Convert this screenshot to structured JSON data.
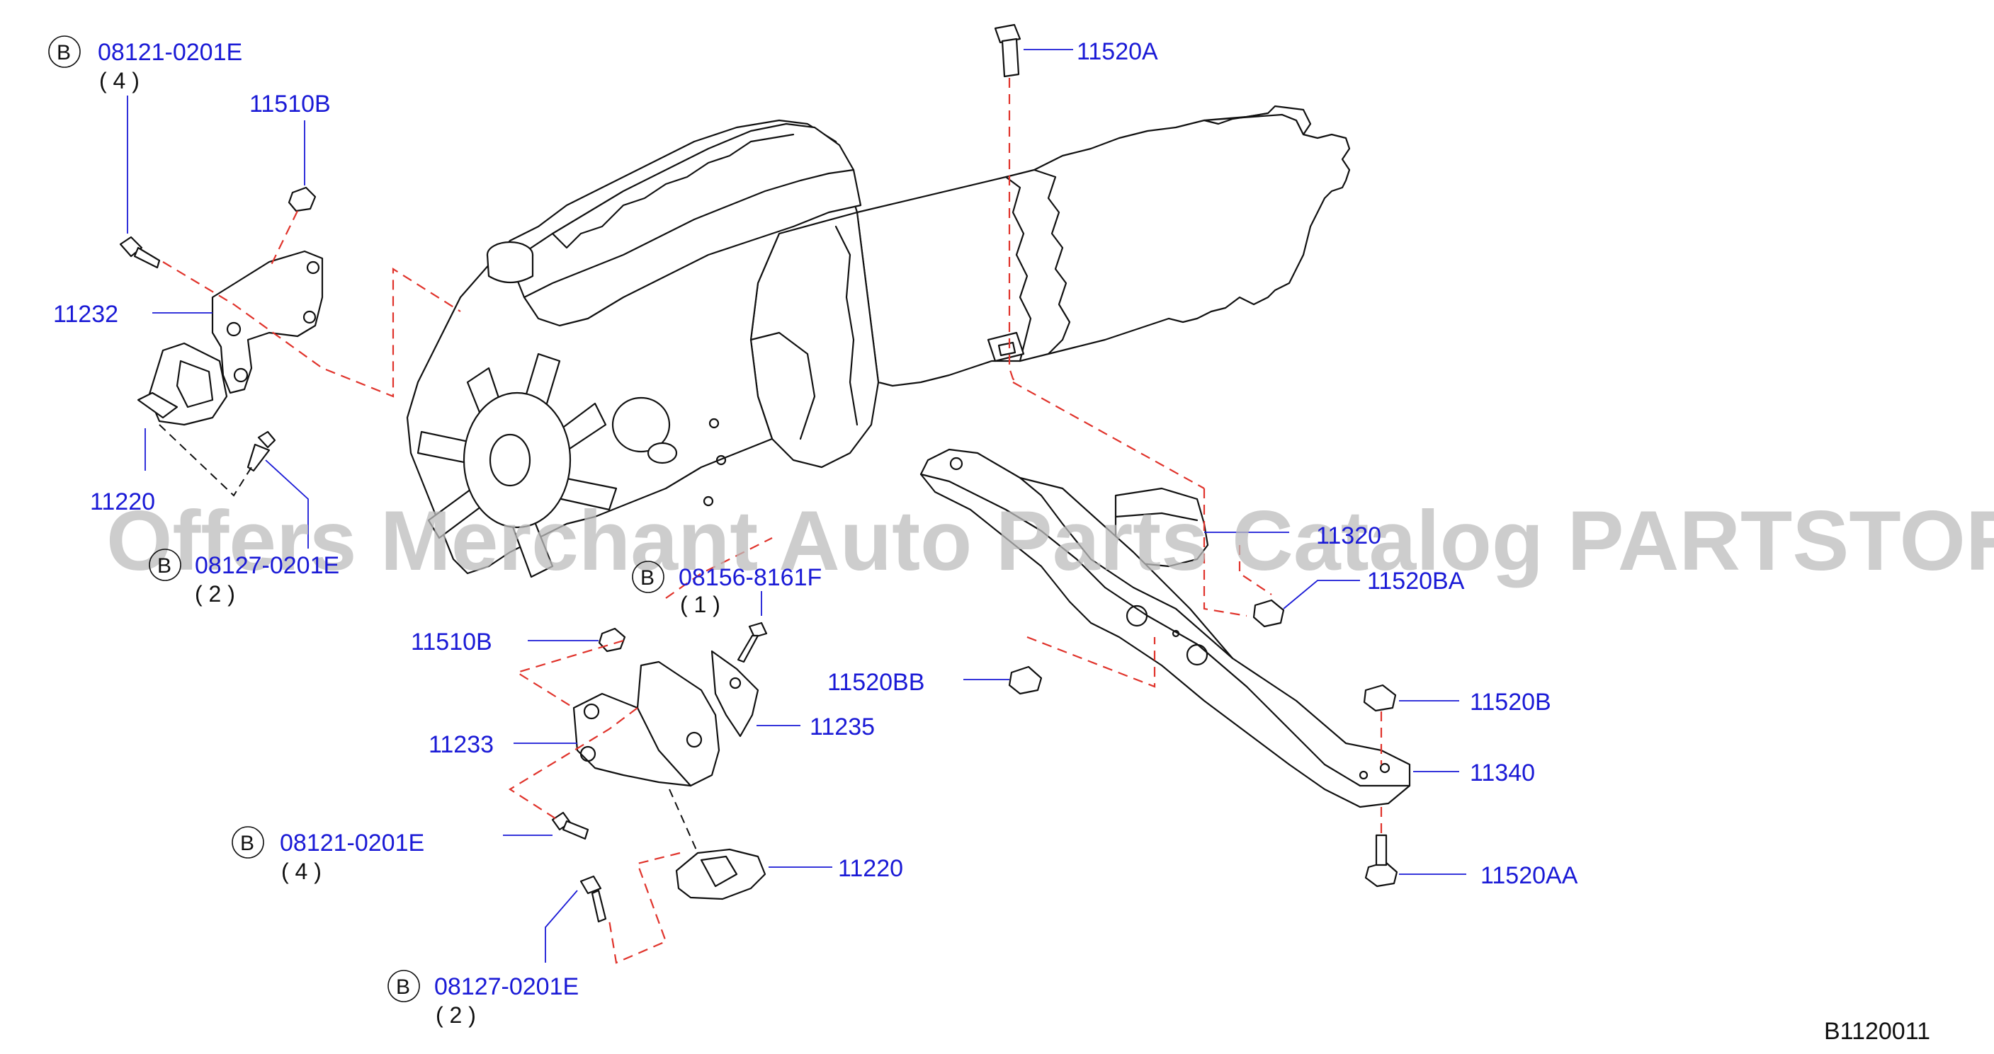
{
  "colors": {
    "label": "#1a1ad6",
    "linework": "#111111",
    "dashed_guides": "#e0332b",
    "watermark": "#bdbdbd"
  },
  "watermark": "Offers Merchant Auto Parts Catalog PARTSTORE.SA",
  "diagram_code": "B1120011",
  "badge_letter": "B",
  "callouts": {
    "bolt_08121_top": {
      "part": "08121-0201E",
      "qty": "( 4 )"
    },
    "nut_11510B_top": {
      "part": "11510B"
    },
    "bracket_11232": {
      "part": "11232"
    },
    "mount_11220_left": {
      "part": "11220"
    },
    "bolt_08127_left": {
      "part": "08127-0201E",
      "qty": "( 2 )"
    },
    "bolt_11520A": {
      "part": "11520A"
    },
    "bolt_08156": {
      "part": "08156-8161F",
      "qty": "( 1 )"
    },
    "nut_11510B_mid": {
      "part": "11510B"
    },
    "bracket_11233": {
      "part": "11233"
    },
    "plate_11235": {
      "part": "11235"
    },
    "bolt_08121_bottom": {
      "part": "08121-0201E",
      "qty": "( 4 )"
    },
    "mount_11220_bottom": {
      "part": "11220"
    },
    "bolt_08127_bottom": {
      "part": "08127-0201E",
      "qty": "( 2 )"
    },
    "mount_11320": {
      "part": "11320"
    },
    "nut_11520BA": {
      "part": "11520BA"
    },
    "nut_11520BB": {
      "part": "11520BB"
    },
    "nut_11520B": {
      "part": "11520B"
    },
    "crossmember_11340": {
      "part": "11340"
    },
    "bolt_11520AA": {
      "part": "11520AA"
    }
  }
}
